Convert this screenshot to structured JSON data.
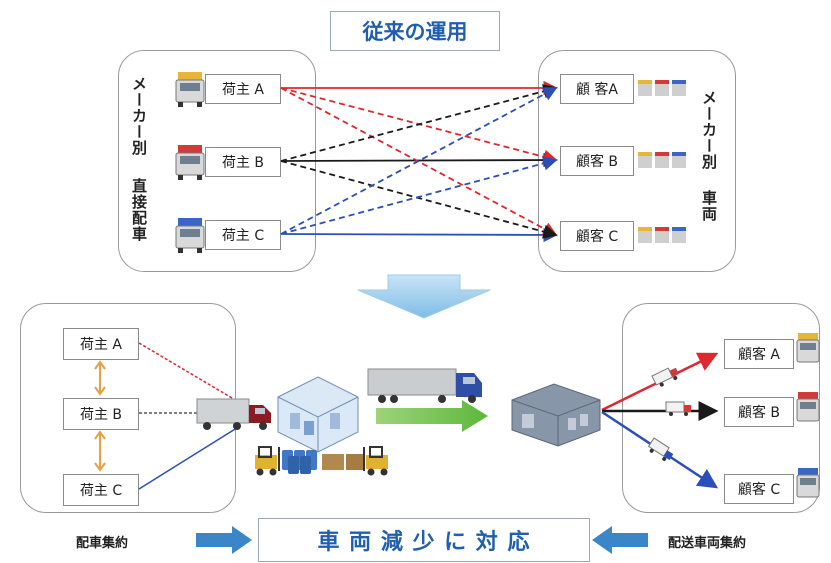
{
  "top_title": "従来の運用",
  "top": {
    "left_vertical_label_1": "メーカー別",
    "left_vertical_label_2": "直接配車",
    "right_vertical_label_1": "メーカー別",
    "right_vertical_label_2": "車両",
    "shippers": [
      "荷主 A",
      "荷主 B",
      "荷主 C"
    ],
    "customers": [
      "顧 客A",
      "顧客 B",
      "顧客 C"
    ]
  },
  "bottom": {
    "shippers": [
      "荷主 A",
      "荷主 B",
      "荷主 C"
    ],
    "customers": [
      "顧客 A",
      "顧客 B",
      "顧客 C"
    ],
    "left_caption": "配車集約",
    "right_caption": "配送車両集約",
    "center_banner": "車 両 減 少 に 対 応"
  },
  "colors": {
    "red": "#e0262e",
    "black": "#1a1a1a",
    "blue": "#2a4fb8",
    "title_blue": "#1f5fae",
    "arrow_blue": "#3a86c8",
    "green": "#6cc24a",
    "orange": "#e8a040"
  },
  "icons": [
    "truck-icon",
    "truck-row-icon",
    "warehouse-icon",
    "forklift-icon",
    "delivery-center-icon",
    "down-arrow-icon",
    "right-arrow-icon"
  ]
}
